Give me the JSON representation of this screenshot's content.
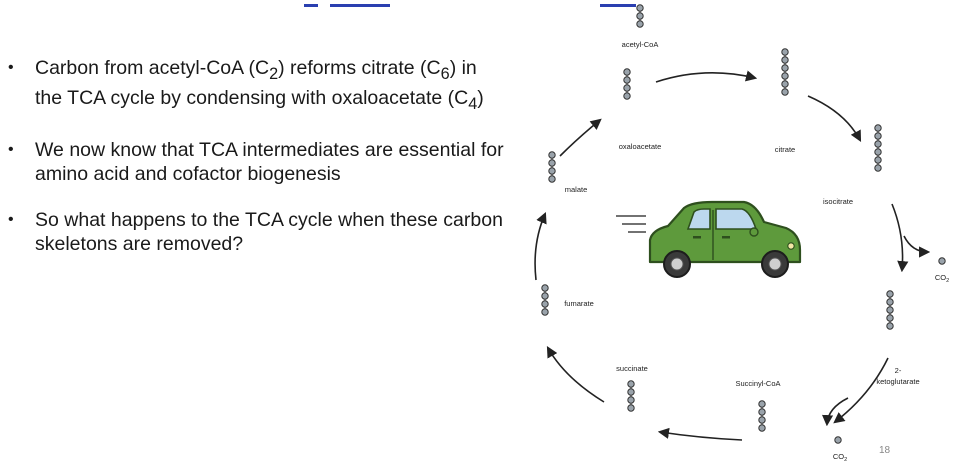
{
  "bullets": [
    {
      "parts": [
        "Carbon from acetyl-CoA (C",
        "2",
        ") reforms citrate (C",
        "6",
        ") in the TCA cycle by condensing with oxaloacetate (C",
        "4",
        ")"
      ]
    },
    {
      "text": "We now know that TCA intermediates are essential for amino acid and cofactor biogenesis"
    },
    {
      "text": "So what happens to the TCA cycle when these carbon skeletons are removed?"
    }
  ],
  "diagram": {
    "labels": {
      "acetyl_coa": "acetyl-CoA",
      "oxaloacetate": "oxaloacetate",
      "citrate": "citrate",
      "isocitrate": "isocitrate",
      "co2_1": "CO",
      "co2_2": "CO",
      "co2_sub": "2",
      "ketoglutarate_1": "2-",
      "ketoglutarate_2": "ketoglutarate",
      "succinyl_coa": "Succinyl-CoA",
      "succinate": "succinate",
      "fumarate": "fumarate",
      "malate": "malate"
    }
  },
  "page_number": "18",
  "colors": {
    "title": "#2a3fb0",
    "car_body": "#5e9a3c",
    "car_dark": "#2e4f1e",
    "carbon_fill": "#9aa3ab",
    "carbon_stroke": "#333333",
    "arrow": "#222222"
  },
  "icons": {
    "car": "green-car-illustration",
    "carbon_chain": "carbon-atom-chain-icon"
  }
}
